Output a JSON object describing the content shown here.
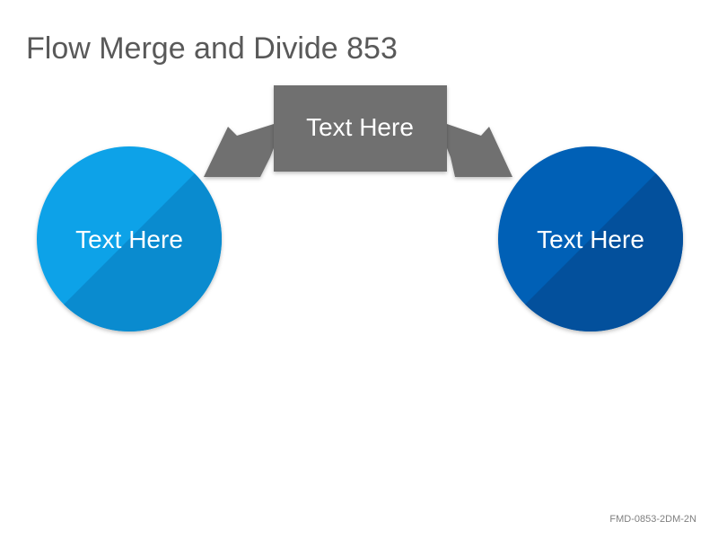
{
  "title": "Flow Merge and Divide 853",
  "center_box": {
    "label": "Text Here",
    "color": "#707070"
  },
  "left_circle": {
    "label": "Text Here",
    "color": "#0aa2e8",
    "color_dark": "#0a8bcf"
  },
  "right_circle": {
    "label": "Text Here",
    "color": "#0461b6",
    "color_dark": "#03509c"
  },
  "footer_code": "FMD-0853-2DM-2N"
}
